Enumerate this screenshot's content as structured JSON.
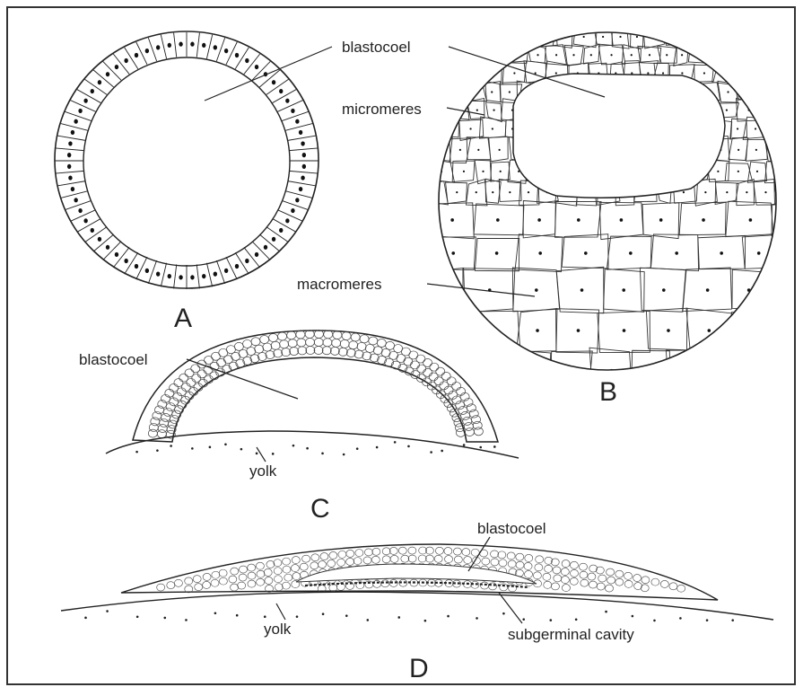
{
  "labels": {
    "blastocoel_a": "blastocoel",
    "micromeres": "micromeres",
    "macromeres": "macromeres",
    "blastocoel_c": "blastocoel",
    "yolk_c": "yolk",
    "blastocoel_d": "blastocoel",
    "yolk_d": "yolk",
    "subgerminal_cavity": "subgerminal cavity"
  },
  "panels": {
    "a": "A",
    "b": "B",
    "c": "C",
    "d": "D"
  },
  "colors": {
    "ink": "#222222",
    "frame": "#333333",
    "background": "#ffffff"
  }
}
